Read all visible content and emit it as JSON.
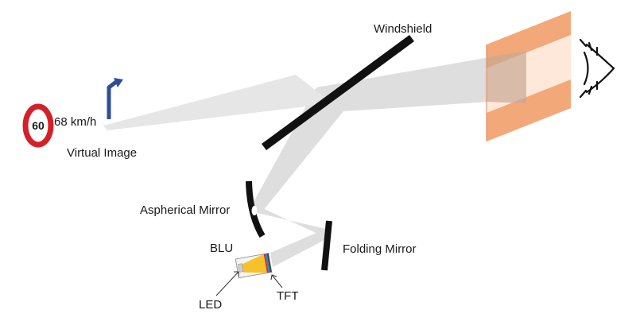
{
  "labels": {
    "windshield": "Windshield",
    "virtual_image": "Virtual Image",
    "aspherical_mirror": "Aspherical Mirror",
    "folding_mirror": "Folding Mirror",
    "blu": "BLU",
    "led": "LED",
    "tft": "TFT"
  },
  "virtual_image": {
    "speed_limit": "60",
    "current_speed": "68 km/h"
  },
  "icons": {
    "sign": "speed-limit-sign-icon",
    "arrow": "turn-right-arrow-icon",
    "eye": "eye-icon"
  },
  "colors": {
    "beam": "#dedede",
    "mirror": "#111111",
    "sign_ring": "#d42027",
    "arrow": "#2e4e9c",
    "eyebox_band": "#f2a878",
    "eyebox_center": "#fde8d9",
    "eyebox_beam": "#c9a894"
  }
}
